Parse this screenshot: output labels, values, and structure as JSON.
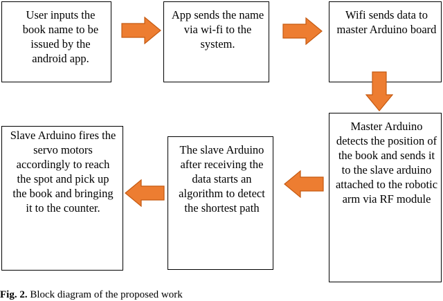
{
  "diagram": {
    "boxes": [
      {
        "id": "user-input",
        "text": "User inputs the book name to be issued by the android app."
      },
      {
        "id": "app-sends",
        "text": "App sends the name via wi-fi to the system."
      },
      {
        "id": "wifi-sends",
        "text": "Wifi sends data to master Arduino board"
      },
      {
        "id": "master-arduino",
        "text": "Master Arduino detects the position of the book and sends it to the slave arduino attached to the robotic arm via RF module"
      },
      {
        "id": "slave-algorithm",
        "text": "The slave Arduino after receiving the data starts an algorithm to detect the shortest path"
      },
      {
        "id": "slave-servo",
        "text": "Slave Arduino fires the servo motors accordingly to reach the spot and pick up the book and bringing it to the counter."
      }
    ],
    "arrow_color": "#ed7d31",
    "arrow_stroke": "#c55a11"
  },
  "caption": {
    "label": "Fig. 2.",
    "text": "Block diagram of the proposed work"
  }
}
